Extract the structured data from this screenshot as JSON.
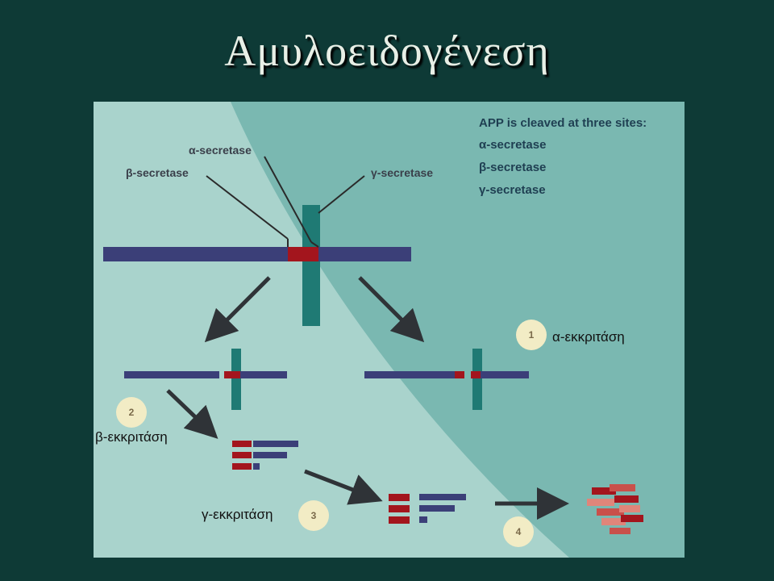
{
  "slide": {
    "title": "Αμυλοειδογένεση"
  },
  "figure": {
    "enzyme_labels": {
      "alpha": "α-secretase",
      "beta": "β-secretase",
      "gamma": "γ-secretase"
    },
    "legend": {
      "title": "APP is cleaved at three sites:",
      "items": [
        "α-secretase",
        "β-secretase",
        "γ-secretase"
      ]
    },
    "steps": [
      "1",
      "2",
      "3",
      "4"
    ],
    "step_labels": {
      "alpha": "α-εκκριτάση",
      "beta": "β-εκκριτάση",
      "gamma": "γ-εκκριτάση"
    }
  },
  "colors": {
    "background": "#0e3a36",
    "panel_light": "#a9d3cc",
    "panel_dark": "#7ab8b1",
    "membrane": "#3b3f78",
    "abeta": "#a3151d",
    "transmembrane": "#1f7a74",
    "plaque": "#e0857a"
  }
}
